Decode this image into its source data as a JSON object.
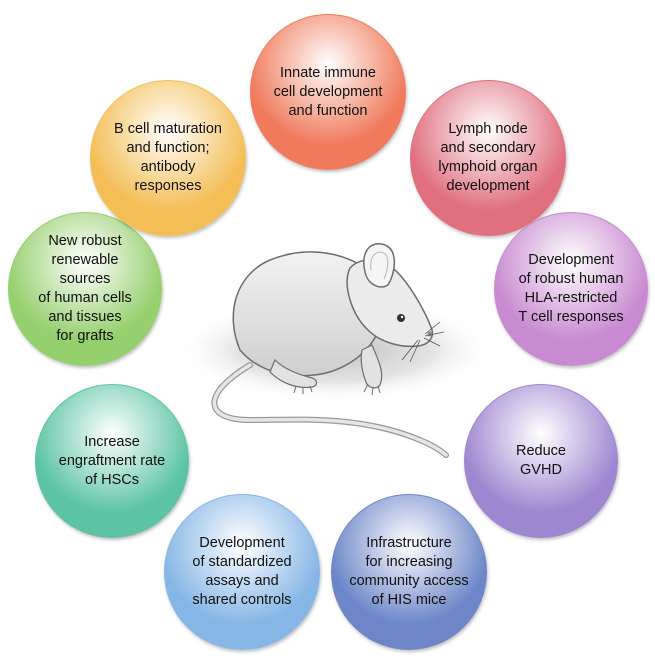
{
  "bubbles": [
    {
      "id": "innate",
      "label": "Innate immune\ncell development\nand function",
      "color": "#f07a5c"
    },
    {
      "id": "lymph",
      "label": "Lymph node\nand secondary\nlymphoid organ\ndevelopment",
      "color": "#e0707e"
    },
    {
      "id": "tcell",
      "label": "Development\nof robust human\nHLA-restricted\nT cell responses",
      "color": "#c88ad0"
    },
    {
      "id": "gvhd",
      "label": "Reduce\nGVHD",
      "color": "#9f86d0"
    },
    {
      "id": "infra",
      "label": "Infrastructure\nfor increasing\ncommunity access\nof HIS mice",
      "color": "#6c86c8"
    },
    {
      "id": "assays",
      "label": "Development\nof standardized\nassays and\nshared controls",
      "color": "#86b6e6"
    },
    {
      "id": "hsc",
      "label": "Increase\nengraftment rate\nof HSCs",
      "color": "#5cc4a4"
    },
    {
      "id": "renewable",
      "label": "New robust\nrenewable sources\nof human cells\nand tissues\nfor grafts",
      "color": "#96cf6e"
    },
    {
      "id": "bcell",
      "label": "B cell maturation\nand function;\nantibody\nresponses",
      "color": "#f4be56"
    }
  ]
}
